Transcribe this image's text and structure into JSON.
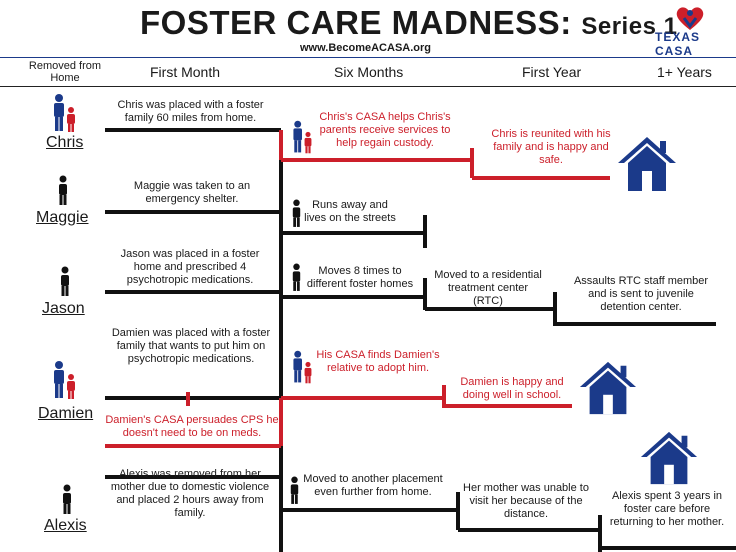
{
  "header": {
    "title": "FOSTER CARE MADNESS:",
    "series": "Series 1",
    "url": "www.BecomeACASA.org",
    "logo_text": "TEXAS CASA"
  },
  "columns": {
    "removed": "Removed from Home",
    "first_month": "First Month",
    "six_months": "Six Months",
    "first_year": "First Year",
    "one_plus_years": "1+ Years"
  },
  "children": {
    "chris": {
      "name": "Chris",
      "first_month": "Chris was placed with a foster family 60 miles from home.",
      "six_months": "Chris's CASA helps Chris's parents receive services to help regain custody.",
      "first_year": "Chris is reunited with his family and is happy and safe."
    },
    "maggie": {
      "name": "Maggie",
      "first_month": "Maggie was taken to an emergency shelter.",
      "six_months": "Runs away and lives on the streets"
    },
    "jason": {
      "name": "Jason",
      "first_month": "Jason was placed in a foster home and prescribed 4 psychotropic medications.",
      "six_months": "Moves 8 times to different foster homes",
      "first_year": "Moved to a residential treatment center (RTC)",
      "one_plus": "Assaults RTC staff member and is sent to juvenile detention center."
    },
    "damien": {
      "name": "Damien",
      "first_month": "Damien was placed with a foster family that wants to put him on psychotropic medications.",
      "casa": "Damien's CASA persuades CPS he doesn't need to be on meds.",
      "six_months": "His CASA finds Damien's relative to adopt him.",
      "first_year": "Damien is happy and doing well in school."
    },
    "alexis": {
      "name": "Alexis",
      "first_month": "Alexis was removed from her mother due to domestic violence and placed 2 hours away from family.",
      "six_months": "Moved to another placement even further from home.",
      "first_year": "Her mother was unable to visit her because of the distance.",
      "one_plus": "Alexis spent 3 years in foster care before returning to her mother."
    }
  },
  "colors": {
    "red": "#cc1f2a",
    "blue": "#1b3a8a",
    "black": "#111111"
  },
  "icons": [
    "family-icon",
    "child-icon",
    "house-icon",
    "heart-logo-icon"
  ]
}
